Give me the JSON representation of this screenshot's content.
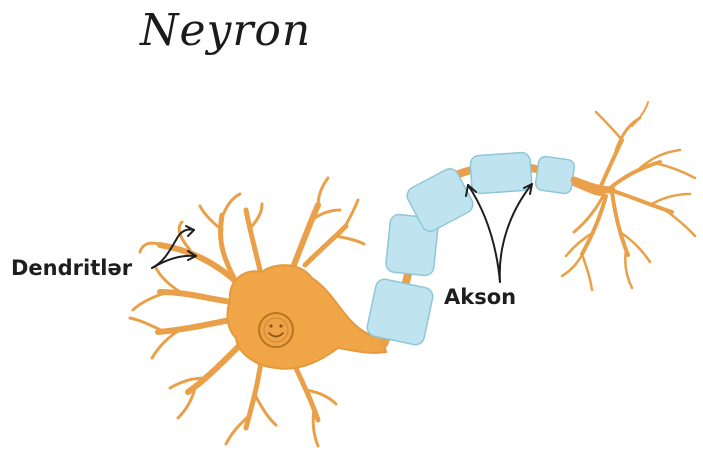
{
  "title": "Neyron",
  "labels": {
    "dendrites": "Dendritlər",
    "axon": "Akson"
  },
  "colors": {
    "cell_body": "#f0a647",
    "cell_body_outline": "#e09035",
    "myelin_sheath": "#bfe4f0",
    "myelin_outline": "#8fc6da",
    "nucleus": "#e8a64f",
    "arrow": "#1e1e1e"
  },
  "icons": {
    "nucleus_face": "smiley-face-icon"
  }
}
